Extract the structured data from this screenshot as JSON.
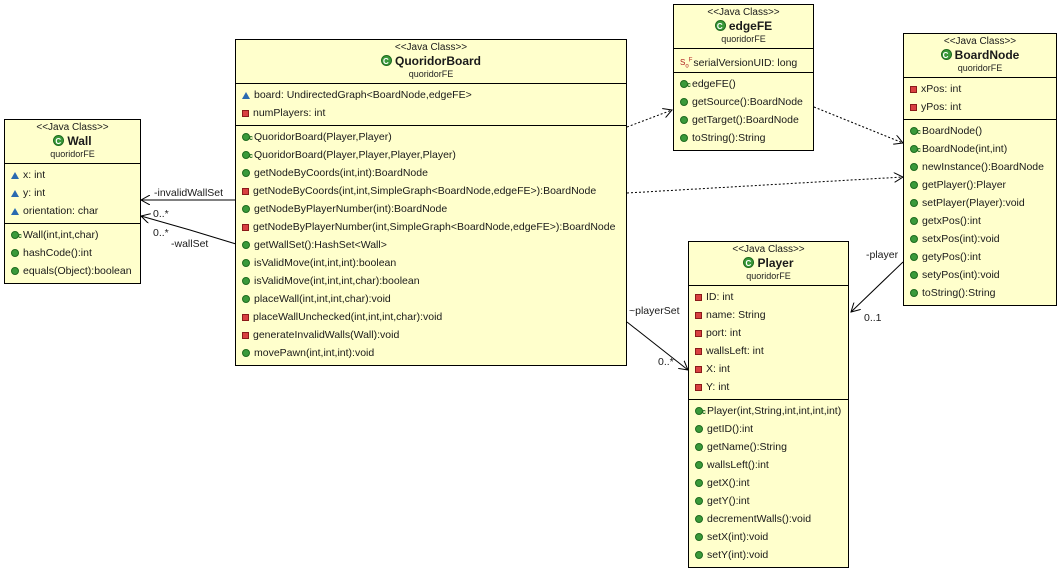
{
  "classes": {
    "wall": {
      "stereotype": "<<Java Class>>",
      "name": "Wall",
      "package": "quoridorFE",
      "attributes": [
        {
          "text": "x: int",
          "vis": "package"
        },
        {
          "text": "y: int",
          "vis": "package"
        },
        {
          "text": "orientation: char",
          "vis": "package"
        }
      ],
      "methods": [
        {
          "text": "Wall(int,int,char)",
          "vis": "ctor"
        },
        {
          "text": "hashCode():int",
          "vis": "public"
        },
        {
          "text": "equals(Object):boolean",
          "vis": "public"
        }
      ]
    },
    "quoridor_board": {
      "stereotype": "<<Java Class>>",
      "name": "QuoridorBoard",
      "package": "quoridorFE",
      "attributes": [
        {
          "text": "board: UndirectedGraph<BoardNode,edgeFE>",
          "vis": "package"
        },
        {
          "text": "numPlayers: int",
          "vis": "private"
        }
      ],
      "methods": [
        {
          "text": "QuoridorBoard(Player,Player)",
          "vis": "ctor"
        },
        {
          "text": "QuoridorBoard(Player,Player,Player,Player)",
          "vis": "ctor"
        },
        {
          "text": "getNodeByCoords(int,int):BoardNode",
          "vis": "public"
        },
        {
          "text": "getNodeByCoords(int,int,SimpleGraph<BoardNode,edgeFE>):BoardNode",
          "vis": "private"
        },
        {
          "text": "getNodeByPlayerNumber(int):BoardNode",
          "vis": "public"
        },
        {
          "text": "getNodeByPlayerNumber(int,SimpleGraph<BoardNode,edgeFE>):BoardNode",
          "vis": "private"
        },
        {
          "text": "getWallSet():HashSet<Wall>",
          "vis": "public"
        },
        {
          "text": "isValidMove(int,int,int):boolean",
          "vis": "public"
        },
        {
          "text": "isValidMove(int,int,int,char):boolean",
          "vis": "public"
        },
        {
          "text": "placeWall(int,int,int,char):void",
          "vis": "public"
        },
        {
          "text": "placeWallUnchecked(int,int,int,char):void",
          "vis": "private"
        },
        {
          "text": "generateInvalidWalls(Wall):void",
          "vis": "private"
        },
        {
          "text": "movePawn(int,int,int):void",
          "vis": "public"
        }
      ]
    },
    "edge_fe": {
      "stereotype": "<<Java Class>>",
      "name": "edgeFE",
      "package": "quoridorFE",
      "attributes": [
        {
          "text": "serialVersionUID: long",
          "vis": "static-final"
        }
      ],
      "methods": [
        {
          "text": "edgeFE()",
          "vis": "ctor"
        },
        {
          "text": "getSource():BoardNode",
          "vis": "public"
        },
        {
          "text": "getTarget():BoardNode",
          "vis": "public"
        },
        {
          "text": "toString():String",
          "vis": "public"
        }
      ]
    },
    "board_node": {
      "stereotype": "<<Java Class>>",
      "name": "BoardNode",
      "package": "quoridorFE",
      "attributes": [
        {
          "text": "xPos: int",
          "vis": "private"
        },
        {
          "text": "yPos: int",
          "vis": "private"
        }
      ],
      "methods": [
        {
          "text": "BoardNode()",
          "vis": "ctor"
        },
        {
          "text": "BoardNode(int,int)",
          "vis": "ctor"
        },
        {
          "text": "newInstance():BoardNode",
          "vis": "public"
        },
        {
          "text": "getPlayer():Player",
          "vis": "public"
        },
        {
          "text": "setPlayer(Player):void",
          "vis": "public"
        },
        {
          "text": "getxPos():int",
          "vis": "public"
        },
        {
          "text": "setxPos(int):void",
          "vis": "public"
        },
        {
          "text": "getyPos():int",
          "vis": "public"
        },
        {
          "text": "setyPos(int):void",
          "vis": "public"
        },
        {
          "text": "toString():String",
          "vis": "public"
        }
      ]
    },
    "player": {
      "stereotype": "<<Java Class>>",
      "name": "Player",
      "package": "quoridorFE",
      "attributes": [
        {
          "text": "ID: int",
          "vis": "private"
        },
        {
          "text": "name: String",
          "vis": "private"
        },
        {
          "text": "port: int",
          "vis": "private"
        },
        {
          "text": "wallsLeft: int",
          "vis": "private"
        },
        {
          "text": "X: int",
          "vis": "private"
        },
        {
          "text": "Y: int",
          "vis": "private"
        }
      ],
      "methods": [
        {
          "text": "Player(int,String,int,int,int,int)",
          "vis": "ctor"
        },
        {
          "text": "getID():int",
          "vis": "public"
        },
        {
          "text": "getName():String",
          "vis": "public"
        },
        {
          "text": "wallsLeft():int",
          "vis": "public"
        },
        {
          "text": "getX():int",
          "vis": "public"
        },
        {
          "text": "getY():int",
          "vis": "public"
        },
        {
          "text": "decrementWalls():void",
          "vis": "public"
        },
        {
          "text": "setX(int):void",
          "vis": "public"
        },
        {
          "text": "setY(int):void",
          "vis": "public"
        }
      ]
    }
  },
  "associations": {
    "invalid_wall_set": {
      "role": "-invalidWallSet",
      "multiplicity": "0..*"
    },
    "wall_set": {
      "role": "-wallSet",
      "multiplicity": "0..*"
    },
    "player_set": {
      "role": "~playerSet",
      "multiplicity": "0..*"
    },
    "player": {
      "role": "-player",
      "multiplicity": "0..1"
    }
  }
}
